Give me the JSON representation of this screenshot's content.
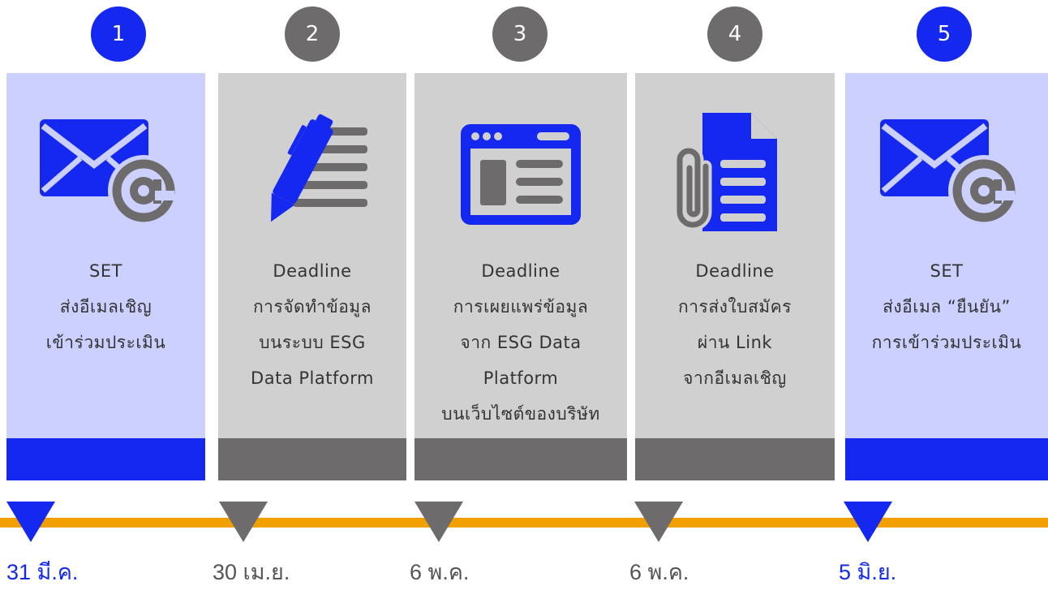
{
  "colors": {
    "blue": "#1428f0",
    "blue_panel": "#ccd0ff",
    "gray": "#6d6b6b",
    "gray_panel": "#d1d0d0",
    "timeline": "#f2a000"
  },
  "steps": [
    {
      "number": "1",
      "icon": "email-at-icon",
      "lines": [
        "SET",
        "ส่งอีเมลเชิญ",
        "เข้าร่วมประเมิน"
      ],
      "date": "31 มี.ค."
    },
    {
      "number": "2",
      "icon": "pen-document-icon",
      "lines": [
        "Deadline",
        "การจัดทำข้อมูล",
        "บนระบบ ESG",
        "Data Platform"
      ],
      "date": "30 เม.ย."
    },
    {
      "number": "3",
      "icon": "browser-window-icon",
      "lines": [
        "Deadline",
        "การเผยแพร่ข้อมูล",
        "จาก ESG Data",
        "Platform",
        "บนเว็บไซต์ของบริษัท"
      ],
      "date": "6 พ.ค."
    },
    {
      "number": "4",
      "icon": "attachment-document-icon",
      "lines": [
        "Deadline",
        "การส่งใบสมัคร",
        "ผ่าน Link",
        "จากอีเมลเชิญ"
      ],
      "date": "6 พ.ค."
    },
    {
      "number": "5",
      "icon": "email-at-icon",
      "lines": [
        "SET",
        "ส่งอีเมล “ยืนยัน”",
        "การเข้าร่วมประเมิน"
      ],
      "date": "5 มิ.ย."
    }
  ]
}
